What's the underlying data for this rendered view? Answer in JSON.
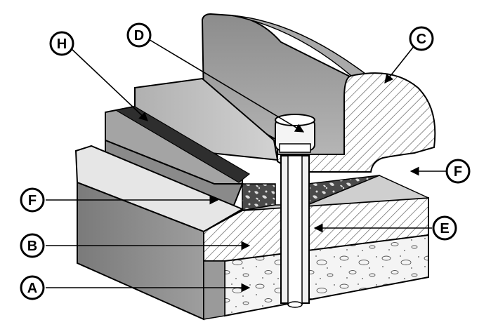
{
  "callouts": [
    {
      "id": "A",
      "label": "A"
    },
    {
      "id": "B",
      "label": "B"
    },
    {
      "id": "C",
      "label": "C"
    },
    {
      "id": "D",
      "label": "D"
    },
    {
      "id": "E",
      "label": "E"
    },
    {
      "id": "F_left",
      "label": "F"
    },
    {
      "id": "F_right",
      "label": "F"
    },
    {
      "id": "H",
      "label": "H"
    }
  ],
  "colors": {
    "background": "#ffffff",
    "outline": "#000000",
    "stone_light": "#c8c8c8",
    "stone_mid": "#9a9a9a",
    "stone_dark": "#6e6e6e",
    "sealant_dark": "#3a3a3a",
    "hatch": "#555555",
    "concrete_fill": "#ececec"
  }
}
